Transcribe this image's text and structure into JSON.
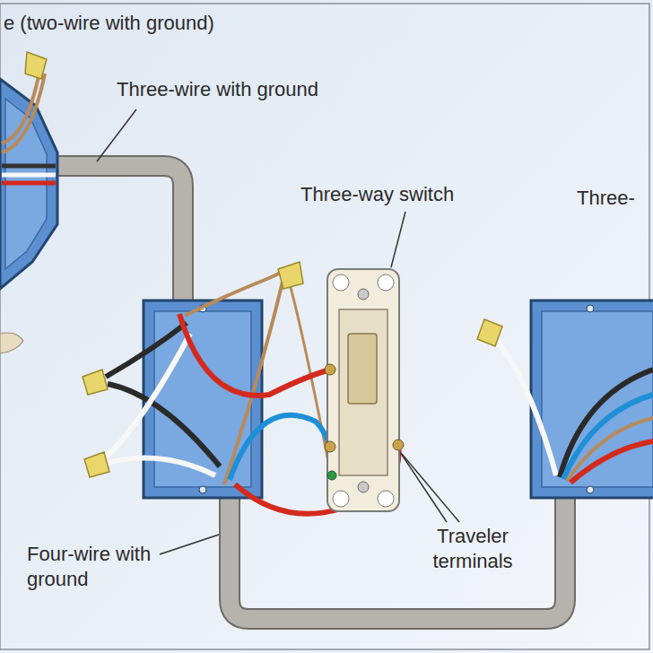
{
  "diagram": {
    "labels": [
      "e (two-wire with ground)",
      "Three-wire with ground",
      "Three-way switch",
      "Three-",
      "Traveler terminals",
      "Four-wire with ground"
    ]
  }
}
